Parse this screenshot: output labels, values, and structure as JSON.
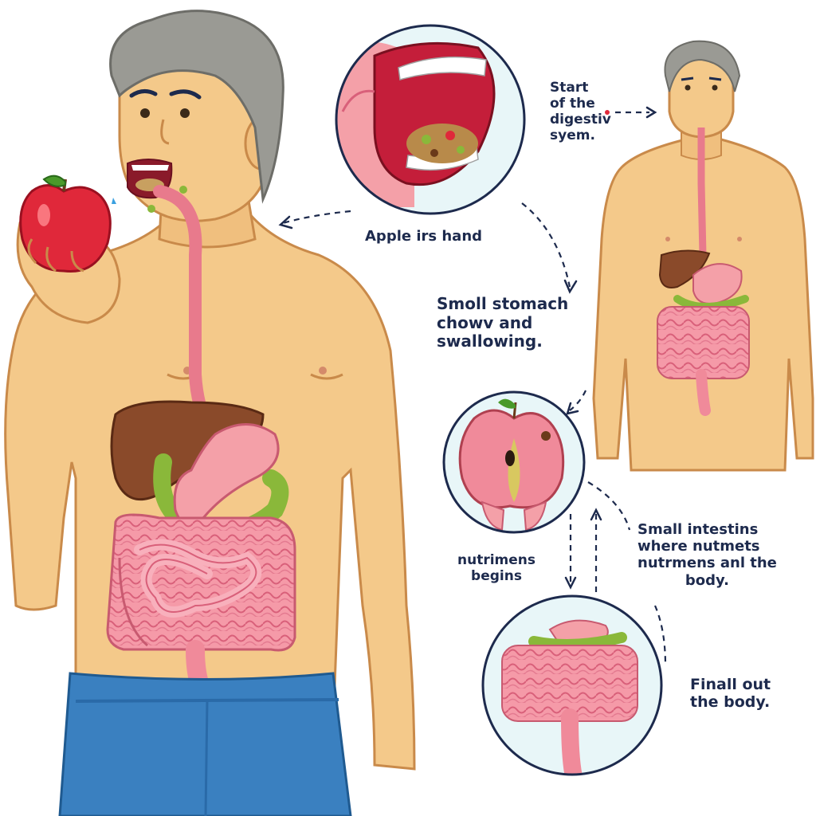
{
  "labels": {
    "start": [
      "Start",
      "of the",
      "digestiv",
      "syem."
    ],
    "apple_hand": "Apple irs hand",
    "small_stomach": [
      "Smoll stomach",
      "chowv and",
      "swallowing."
    ],
    "nutrimens": [
      "nutrimens",
      "begins"
    ],
    "small_intestins": [
      "Small intestins",
      "where nutmets",
      "nutrmens anl the",
      "body."
    ],
    "final_out": [
      "Finall out",
      "the body."
    ]
  },
  "colors": {
    "skin": "#f4c98a",
    "skin_outline": "#c98a4a",
    "hair": "#9a9a94",
    "liver": "#8a4a2a",
    "stomach": "#f4a0a8",
    "gallbladder": "#8ab83a",
    "intestine": "#f08a9a",
    "esophagus": "#e87a8c",
    "apple": "#e0283a",
    "jeans": "#3a80c0",
    "circle_bg": "#e8f6f8",
    "circle_stroke": "#1d2a4d",
    "text": "#1d2a4d"
  }
}
